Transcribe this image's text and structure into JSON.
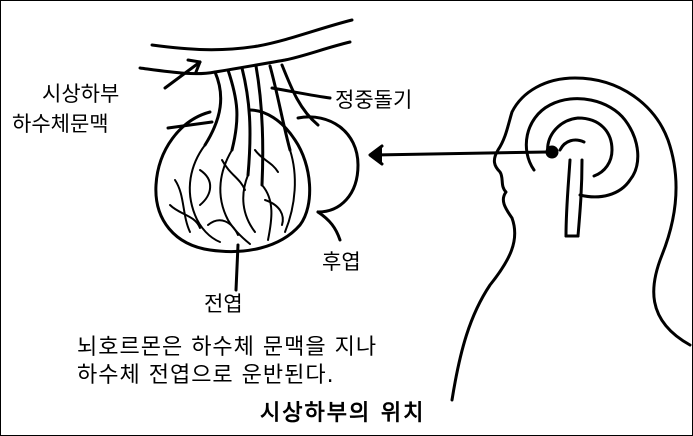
{
  "labels": {
    "hypothalamus": "시상하부",
    "portal_system": "하수체문맥",
    "median_eminence": "정중돌기",
    "posterior_lobe": "후엽",
    "anterior_lobe": "전엽"
  },
  "caption": {
    "line1": "뇌호르몬은 하수체 문맥을 지나",
    "line2": "하수체 전엽으로 운반된다."
  },
  "title": "시상하부의 위치"
}
